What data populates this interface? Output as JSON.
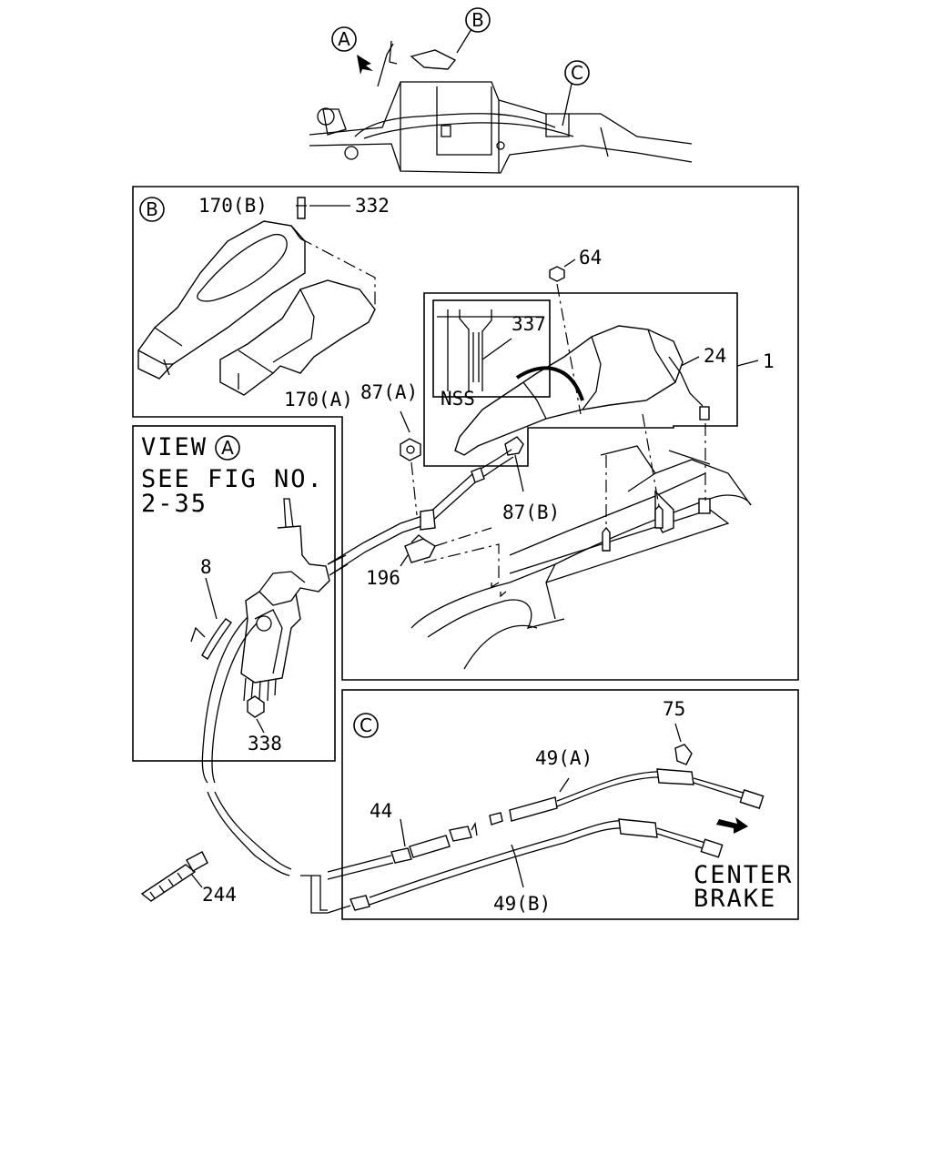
{
  "callouts": {
    "section_a": "A",
    "section_b": "B",
    "section_c": "C"
  },
  "labels": {
    "l170b": "170(B)",
    "l332": "332",
    "l170a": "170(A)",
    "l64": "64",
    "l337": "337",
    "l24": "24",
    "l1": "1",
    "lnss": "NSS",
    "l87a": "87(A)",
    "l87b": "87(B)",
    "l196": "196",
    "l8": "8",
    "l338": "338",
    "l244": "244",
    "l75": "75",
    "l49a": "49(A)",
    "l44": "44",
    "l49b": "49(B)"
  },
  "view_a": {
    "title": "VIEW",
    "see_fig_line1": "SEE FIG NO.",
    "see_fig_line2": "2-35"
  },
  "center_brake": {
    "line1": "CENTER",
    "line2": "BRAKE"
  }
}
